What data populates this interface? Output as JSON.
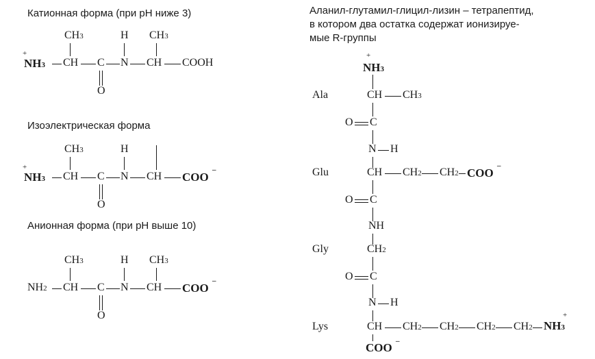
{
  "captions": {
    "cationic": "Катионная форма (при pH ниже 3)",
    "isoelectric": "Изоэлектрическая форма",
    "anionic": "Анионная форма (при pH выше 10)",
    "tetra_line1": "Аланил-глутамил-глицил-лизин – тетрапептид,",
    "tetra_line2": "в котором два остатка содержат ионизируе-",
    "tetra_line3": "мые R-группы"
  },
  "atoms": {
    "ch3_main": "CH",
    "sub3": "3",
    "sub2": "2",
    "h": "H",
    "ch": "CH",
    "c": "C",
    "n": "N",
    "o": "O",
    "nh3_main": "NH",
    "nh2_main": "NH",
    "plus": "+",
    "minus": "–",
    "cooh": "COOH",
    "coo": "COO",
    "nh": "NH",
    "ch2_main": "CH"
  },
  "residues": {
    "ala": "Ala",
    "glu": "Glu",
    "gly": "Gly",
    "lys": "Lys"
  }
}
